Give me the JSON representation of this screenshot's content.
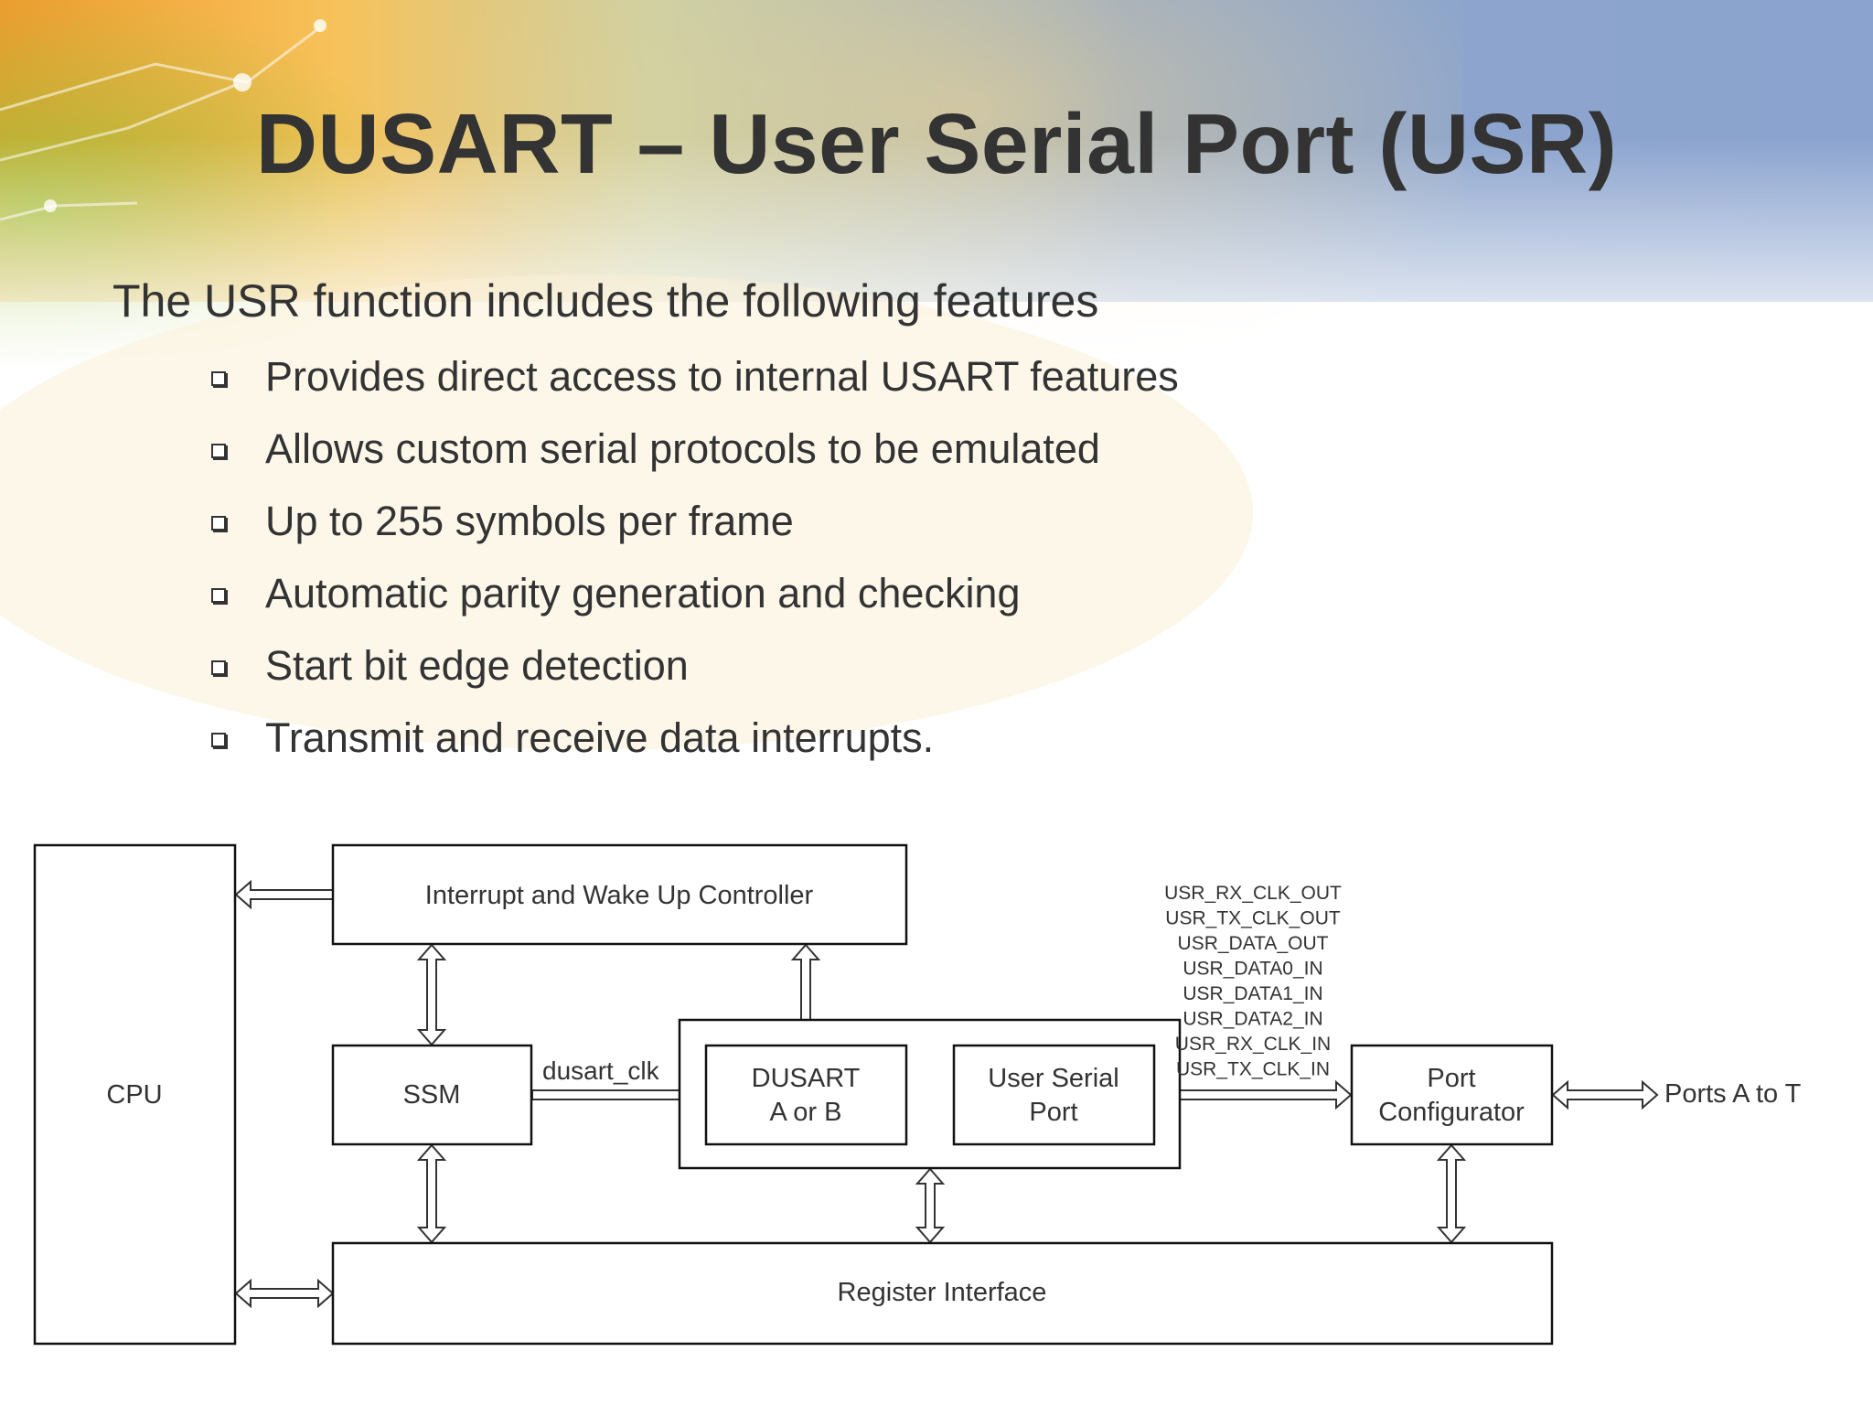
{
  "slide": {
    "title": "DUSART – User Serial Port (USR)",
    "intro": "The USR function includes the following features",
    "bullets": [
      "Provides direct access to internal USART features",
      "Allows custom serial protocols to be emulated",
      "Up to 255 symbols per frame",
      "Automatic parity generation and checking",
      "Start bit edge detection",
      "Transmit and receive data interrupts."
    ]
  },
  "diagram": {
    "blocks": {
      "cpu": "CPU",
      "interrupt_controller": "Interrupt and Wake Up Controller",
      "ssm": "SSM",
      "dusart_line1": "DUSART",
      "dusart_line2": "A or B",
      "usr_line1": "User Serial",
      "usr_line2": "Port",
      "port_line1": "Port",
      "port_line2": "Configurator",
      "register_interface": "Register Interface"
    },
    "labels": {
      "dusart_clk": "dusart_clk",
      "ports": "Ports A to T"
    },
    "signals": [
      "USR_RX_CLK_OUT",
      "USR_TX_CLK_OUT",
      "USR_DATA_OUT",
      "USR_DATA0_IN",
      "USR_DATA1_IN",
      "USR_DATA2_IN",
      "USR_RX_CLK_IN",
      "USR_TX_CLK_IN"
    ]
  }
}
